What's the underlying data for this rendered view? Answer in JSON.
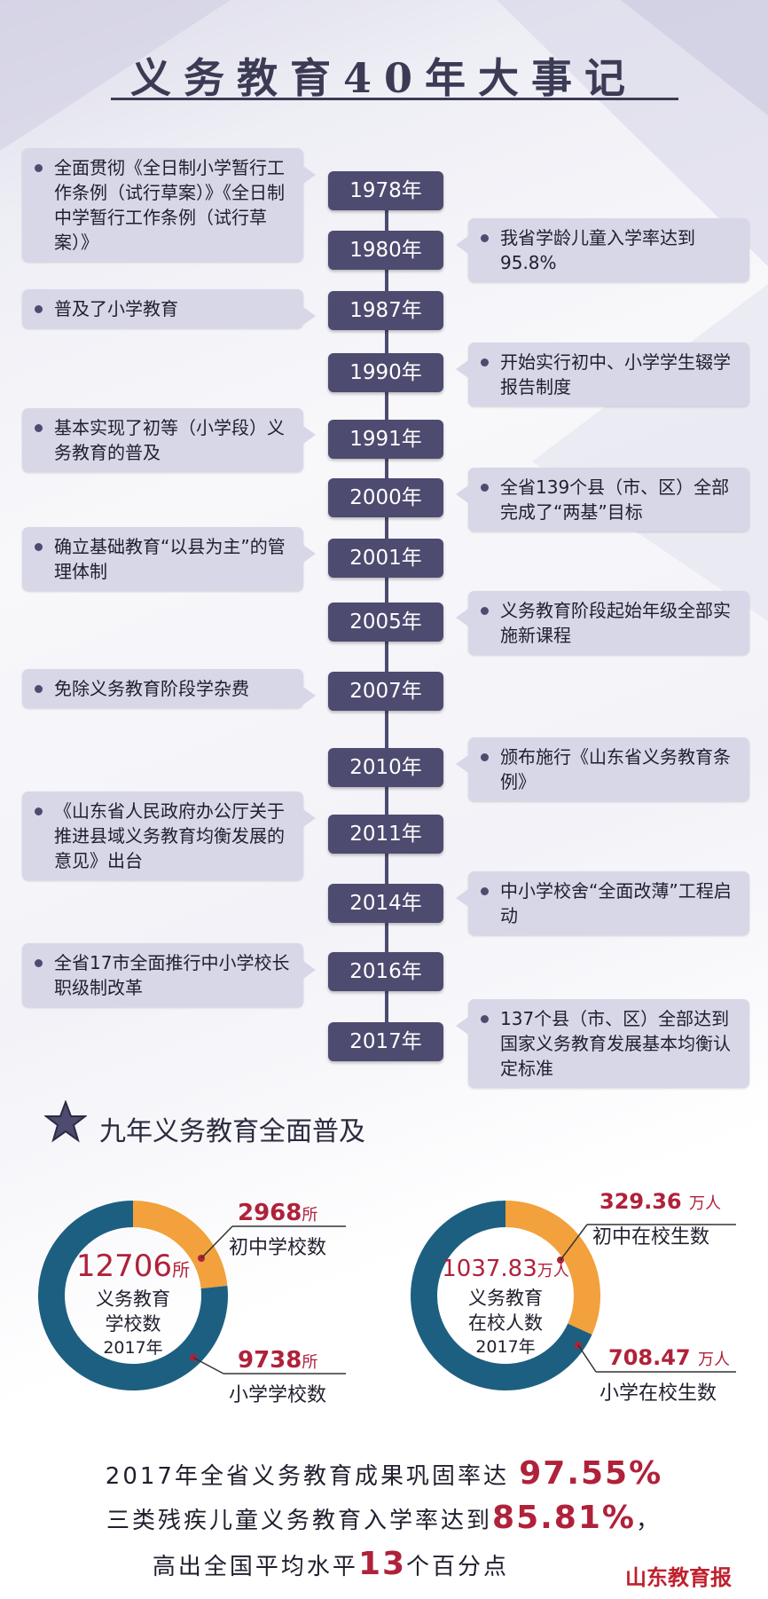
{
  "title": "义务教育40年大事记",
  "timeline": [
    {
      "year": "1978年",
      "text": "全面贯彻《全日制小学暂行工作条例（试行草案）》《全日制中学暂行工作条例（试行草案）》",
      "side": "left"
    },
    {
      "year": "1980年",
      "text": "我省学龄儿童入学率达到95.8%",
      "side": "right"
    },
    {
      "year": "1987年",
      "text": "普及了小学教育",
      "side": "left"
    },
    {
      "year": "1990年",
      "text": "开始实行初中、小学学生辍学报告制度",
      "side": "right"
    },
    {
      "year": "1991年",
      "text": "基本实现了初等（小学段）义务教育的普及",
      "side": "left"
    },
    {
      "year": "2000年",
      "text": "全省139个县（市、区）全部完成了“两基”目标",
      "side": "right"
    },
    {
      "year": "2001年",
      "text": "确立基础教育“以县为主”的管理体制",
      "side": "left"
    },
    {
      "year": "2005年",
      "text": "义务教育阶段起始年级全部实施新课程",
      "side": "right"
    },
    {
      "year": "2007年",
      "text": "免除义务教育阶段学杂费",
      "side": "left"
    },
    {
      "year": "2010年",
      "text": "颁布施行《山东省义务教育条例》",
      "side": "right"
    },
    {
      "year": "2011年",
      "text": "《山东省人民政府办公厅关于推进县域义务教育均衡发展的意见》出台",
      "side": "left"
    },
    {
      "year": "2014年",
      "text": "中小学校舍“全面改薄”工程启动",
      "side": "right"
    },
    {
      "year": "2016年",
      "text": "全省17市全面推行中小学校长职级制改革",
      "side": "left"
    },
    {
      "year": "2017年",
      "text": "137个县（市、区）全部达到国家义务教育发展基本均衡认定标准",
      "side": "right"
    }
  ],
  "section": {
    "title": "九年义务教育全面普及"
  },
  "chart_data": [
    {
      "type": "pie",
      "center_value": "12706",
      "center_unit": "所",
      "center_label_1": "义务教育",
      "center_label_2": "学校数",
      "center_year": "2017年",
      "total": 12706,
      "slices": [
        {
          "name": "初中学校数",
          "value": 2968,
          "value_text": "2968",
          "unit": "所",
          "color": "#f2a13c"
        },
        {
          "name": "小学学校数",
          "value": 9738,
          "value_text": "9738",
          "unit": "所",
          "color": "#1d5f80"
        }
      ]
    },
    {
      "type": "pie",
      "center_value": "1037.83",
      "center_unit": "万人",
      "center_label_1": "义务教育",
      "center_label_2": "在校人数",
      "center_year": "2017年",
      "total": 1037.83,
      "slices": [
        {
          "name": "初中在校生数",
          "value": 329.36,
          "value_text": "329.36",
          "unit": "万人",
          "color": "#f2a13c"
        },
        {
          "name": "小学在校生数",
          "value": 708.47,
          "value_text": "708.47",
          "unit": "万人",
          "color": "#1d5f80"
        }
      ]
    }
  ],
  "summary": {
    "line1_text": "2017年全省义务教育成果巩固率达",
    "line1_value": "97.55%",
    "line2_text": "三类残疾儿童义务教育入学率达到",
    "line2_value": "85.81%",
    "line2_tail": "，",
    "line3_pre": "高出全国平均水平",
    "line3_value": "13",
    "line3_post": "个百分点"
  },
  "logo": "山东教育报",
  "colors": {
    "accent": "#4d4b6f",
    "highlight": "#b0213a",
    "orange": "#f2a13c",
    "teal": "#1d5f80",
    "box": "#d8d7e8"
  }
}
